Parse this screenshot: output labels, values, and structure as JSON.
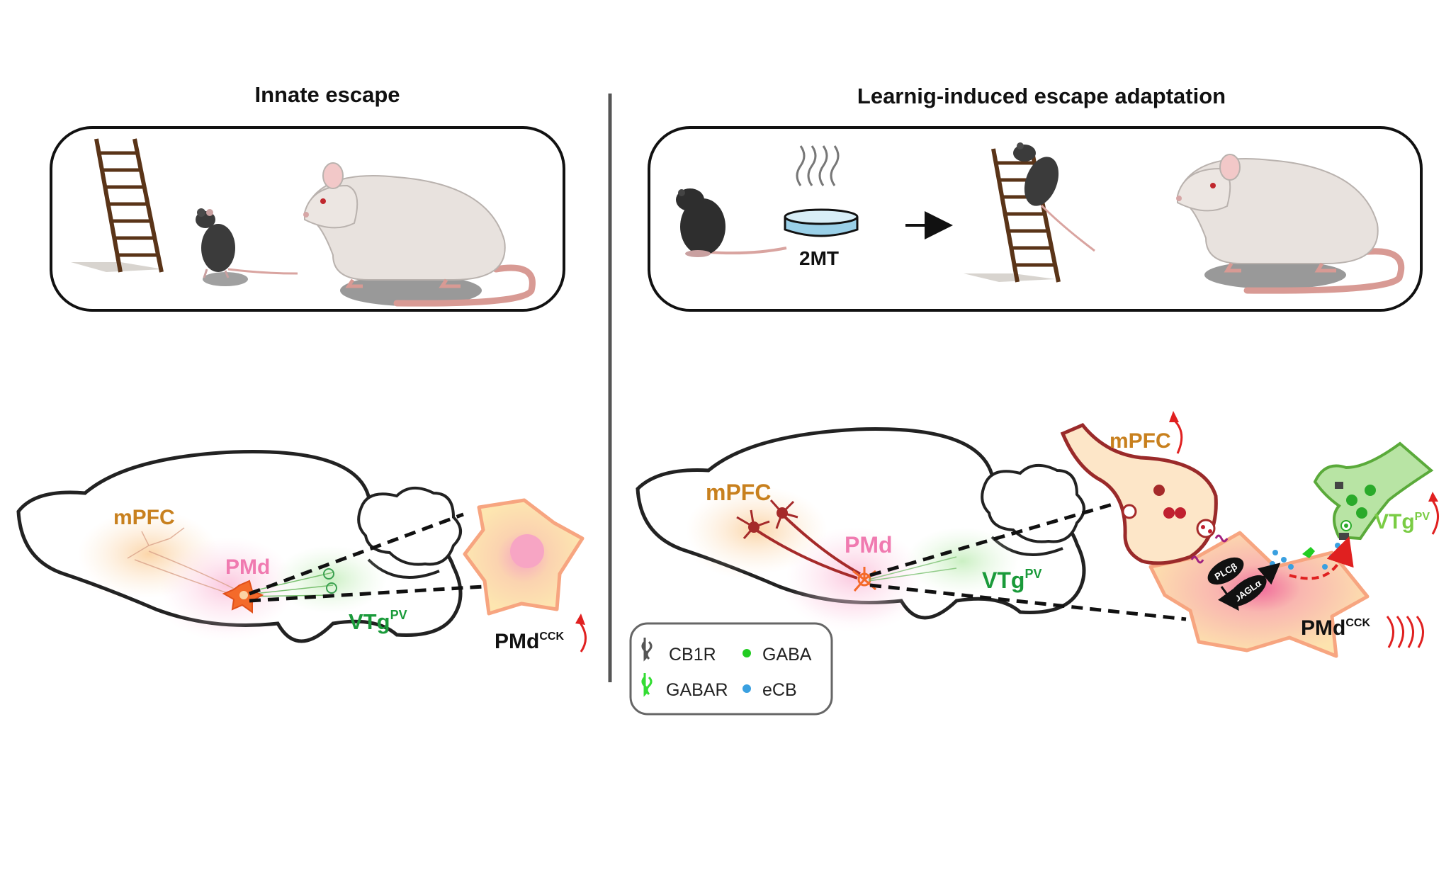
{
  "panels": {
    "left": {
      "title": "Innate escape",
      "labels": {
        "mpfc": "mPFC",
        "pmd": "PMd",
        "vtg": "VTg",
        "vtg_sup": "PV",
        "pmd_cell": "PMd",
        "pmd_cell_sup": "CCK"
      }
    },
    "right": {
      "title": "Learnig-induced escape adaptation",
      "stimulus": "2MT",
      "labels": {
        "mpfc": "mPFC",
        "pmd": "PMd",
        "vtg": "VTg",
        "vtg_sup": "PV",
        "mpfc_terminal": "mPFC",
        "vtg_terminal": "VTg",
        "vtg_terminal_sup": "PV",
        "pmd_cell": "PMd",
        "pmd_cell_sup": "CCK",
        "enzyme_1": "PLCβ",
        "enzyme_2": "DAGLα"
      }
    }
  },
  "legend": {
    "items": [
      {
        "label": "CB1R",
        "color": "#555555",
        "icon": "receptor-icon"
      },
      {
        "label": "GABA",
        "color": "#22cc22",
        "icon": "dot-icon"
      },
      {
        "label": "GABAR",
        "color": "#33dd33",
        "icon": "receptor-icon"
      },
      {
        "label": "eCB",
        "color": "#3aa0e0",
        "icon": "dot-icon"
      }
    ]
  },
  "colors": {
    "mpfc": "#c8801e",
    "pmd": "#f07ab0",
    "vtg": "#1a9a3a",
    "vtg_light": "#7acc44",
    "arrow": "#e02020",
    "divider": "#555555"
  }
}
